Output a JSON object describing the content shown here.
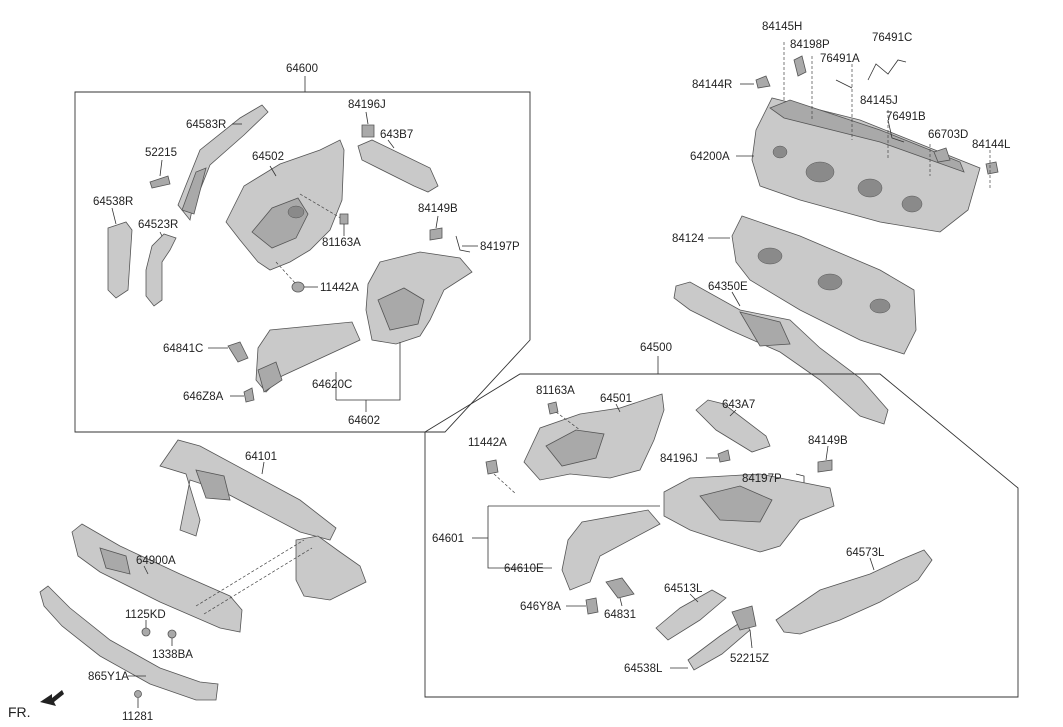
{
  "labels": {
    "p64600": "64600",
    "p84196J": "84196J",
    "p643B7": "643B7",
    "p64583R": "64583R",
    "p52215": "52215",
    "p64502": "64502",
    "p64538R": "64538R",
    "p64523R": "64523R",
    "p81163A_a": "81163A",
    "p84149B_a": "84149B",
    "p84197P_a": "84197P",
    "p11442A_a": "11442A",
    "p64841C": "64841C",
    "p646Z8A": "646Z8A",
    "p64620C": "64620C",
    "p64602": "64602",
    "p84145H": "84145H",
    "p84198P": "84198P",
    "p76491C": "76491C",
    "p84144R": "84144R",
    "p76491A": "76491A",
    "p84145J": "84145J",
    "p76491B": "76491B",
    "p66703D": "66703D",
    "p84144L": "84144L",
    "p64200A": "64200A",
    "p84124": "84124",
    "p64350E": "64350E",
    "p64500": "64500",
    "p81163A_b": "81163A",
    "p64501": "64501",
    "p643A7": "643A7",
    "p11442A_b": "11442A",
    "p84149B_b": "84149B",
    "p84196J_b": "84196J",
    "p84197P_b": "84197P",
    "p64601": "64601",
    "p64610E": "64610E",
    "p646Y8A": "646Y8A",
    "p64831": "64831",
    "p64513L": "64513L",
    "p64573L": "64573L",
    "p64538L": "64538L",
    "p52215Z": "52215Z",
    "p64101": "64101",
    "p64900A": "64900A",
    "p1125KD": "1125KD",
    "p1338BA": "1338BA",
    "p865Y1A": "865Y1A",
    "p11281": "11281",
    "fr": "FR."
  }
}
